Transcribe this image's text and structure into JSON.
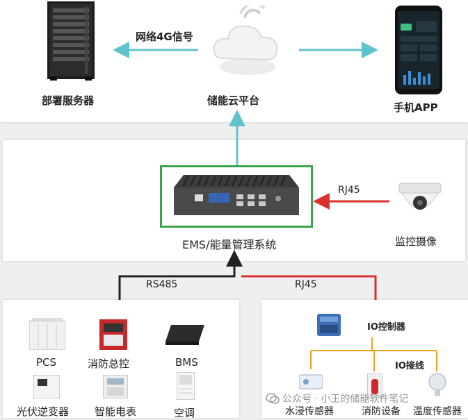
{
  "top": {
    "server_label": "部署服务器",
    "cloud_label": "储能云平台",
    "phone_label": "手机APP",
    "network_label": "网络4G信号"
  },
  "middle": {
    "ems_label": "EMS/能量管理系统",
    "camera_label": "监控摄像",
    "rj45_label": "RJ45"
  },
  "bus": {
    "rs485_label": "RS485",
    "rj45_label": "RJ45"
  },
  "left_devices": {
    "pcs": "PCS",
    "fire_control": "消防总控",
    "bms": "BMS",
    "pv_inverter": "光伏逆变器",
    "smart_meter": "智能电表",
    "aircon": "空调"
  },
  "right_devices": {
    "io_controller": "IO控制器",
    "io_wiring": "IO接线",
    "water_sensor": "水浸传感器",
    "fire_equipment": "消防设备",
    "temp_sensor": "温度传感器"
  },
  "watermark": "公众号 · 小王的储能软件笔记",
  "colors": {
    "cyan_link": "#5fc3cd",
    "red_link": "#d9312d",
    "dark_link": "#222222",
    "ems_border": "#3aa34a",
    "io_line": "#f0a020"
  }
}
